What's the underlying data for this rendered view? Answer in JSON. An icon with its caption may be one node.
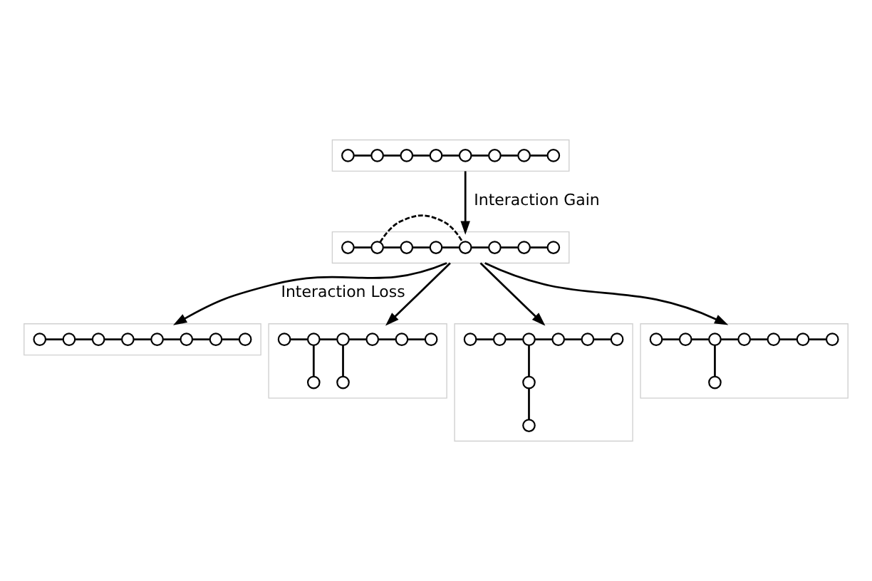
{
  "diagram": {
    "nodes": [
      {
        "text": [],
        "shape": "box"
      },
      {
        "text": [],
        "shape": "circle",
        "in": 0
      },
      {
        "text": [],
        "shape": "circle",
        "in": 0
      },
      {
        "text": [],
        "shape": "circle",
        "in": 0
      },
      {
        "text": [],
        "shape": "circle",
        "in": 0
      },
      {
        "text": [],
        "shape": "circle",
        "in": 0
      },
      {
        "text": [],
        "shape": "circle",
        "in": 0
      },
      {
        "text": [],
        "shape": "circle",
        "in": 0
      },
      {
        "text": [],
        "shape": "circle",
        "in": 0
      },
      {
        "text": [],
        "shape": "box"
      },
      {
        "text": [],
        "shape": "circle",
        "in": 9
      },
      {
        "text": [],
        "shape": "circle",
        "in": 9
      },
      {
        "text": [],
        "shape": "circle",
        "in": 9
      },
      {
        "text": [],
        "shape": "circle",
        "in": 9
      },
      {
        "text": [],
        "shape": "circle",
        "in": 9
      },
      {
        "text": [],
        "shape": "circle",
        "in": 9
      },
      {
        "text": [],
        "shape": "circle",
        "in": 9
      },
      {
        "text": [],
        "shape": "circle",
        "in": 9
      },
      {
        "text": [],
        "shape": "box"
      },
      {
        "text": [],
        "shape": "circle",
        "in": 18
      },
      {
        "text": [],
        "shape": "circle",
        "in": 18
      },
      {
        "text": [],
        "shape": "circle",
        "in": 18
      },
      {
        "text": [],
        "shape": "circle",
        "in": 18
      },
      {
        "text": [],
        "shape": "circle",
        "in": 18
      },
      {
        "text": [],
        "shape": "circle",
        "in": 18
      },
      {
        "text": [],
        "shape": "circle",
        "in": 18
      },
      {
        "text": [],
        "shape": "circle",
        "in": 18
      },
      {
        "text": [],
        "shape": "box"
      },
      {
        "text": [],
        "shape": "circle",
        "in": 27
      },
      {
        "text": [],
        "shape": "circle",
        "in": 27
      },
      {
        "text": [],
        "shape": "circle",
        "in": 27
      },
      {
        "text": [],
        "shape": "circle",
        "in": 27
      },
      {
        "text": [],
        "shape": "circle",
        "in": 27
      },
      {
        "text": [],
        "shape": "circle",
        "in": 27
      },
      {
        "text": [],
        "shape": "circle",
        "in": 27
      },
      {
        "text": [],
        "shape": "circle",
        "in": 27
      },
      {
        "text": [],
        "shape": "box"
      },
      {
        "text": [],
        "shape": "circle",
        "in": 36
      },
      {
        "text": [],
        "shape": "circle",
        "in": 36
      },
      {
        "text": [],
        "shape": "circle",
        "in": 36
      },
      {
        "text": [],
        "shape": "circle",
        "in": 36
      },
      {
        "text": [],
        "shape": "circle",
        "in": 36
      },
      {
        "text": [],
        "shape": "circle",
        "in": 36
      },
      {
        "text": [],
        "shape": "circle",
        "in": 36
      },
      {
        "text": [],
        "shape": "circle",
        "in": 36
      },
      {
        "text": [],
        "shape": "box"
      },
      {
        "text": [],
        "shape": "circle",
        "in": 45
      },
      {
        "text": [],
        "shape": "circle",
        "in": 45
      },
      {
        "text": [],
        "shape": "circle",
        "in": 45
      },
      {
        "text": [],
        "shape": "circle",
        "in": 45
      },
      {
        "text": [],
        "shape": "circle",
        "in": 45
      },
      {
        "text": [],
        "shape": "circle",
        "in": 45
      },
      {
        "text": [],
        "shape": "circle",
        "in": 45
      },
      {
        "text": [],
        "shape": "circle",
        "in": 45
      }
    ],
    "edges": [
      {
        "from": 1,
        "to": 2,
        "arrow": "none"
      },
      {
        "from": 2,
        "to": 3,
        "arrow": "none"
      },
      {
        "from": 3,
        "to": 4,
        "arrow": "none"
      },
      {
        "from": 4,
        "to": 5,
        "arrow": "none"
      },
      {
        "from": 5,
        "to": 6,
        "arrow": "none"
      },
      {
        "from": 6,
        "to": 7,
        "arrow": "none"
      },
      {
        "from": 7,
        "to": 8,
        "arrow": "none"
      },
      {
        "from": 0,
        "to": 9,
        "arrow": "to",
        "label": "Interaction Gain"
      },
      {
        "from": 10,
        "to": 11,
        "arrow": "none"
      },
      {
        "from": 11,
        "to": 12,
        "arrow": "none"
      },
      {
        "from": 12,
        "to": 13,
        "arrow": "none"
      },
      {
        "from": 13,
        "to": 14,
        "arrow": "none"
      },
      {
        "from": 14,
        "to": 15,
        "arrow": "none"
      },
      {
        "from": 15,
        "to": 16,
        "arrow": "none"
      },
      {
        "from": 16,
        "to": 17,
        "arrow": "none"
      },
      {
        "from": 11,
        "to": 14,
        "arrow": "none",
        "style": "dashed"
      },
      {
        "from": 9,
        "to": 18,
        "arrow": "to",
        "label": "Interaction Loss"
      },
      {
        "from": 9,
        "to": 27,
        "arrow": "to"
      },
      {
        "from": 9,
        "to": 36,
        "arrow": "to"
      },
      {
        "from": 9,
        "to": 45,
        "arrow": "to"
      },
      {
        "from": 19,
        "to": 20,
        "arrow": "none"
      },
      {
        "from": 20,
        "to": 21,
        "arrow": "none"
      },
      {
        "from": 21,
        "to": 22,
        "arrow": "none"
      },
      {
        "from": 22,
        "to": 23,
        "arrow": "none"
      },
      {
        "from": 23,
        "to": 24,
        "arrow": "none"
      },
      {
        "from": 24,
        "to": 25,
        "arrow": "none"
      },
      {
        "from": 25,
        "to": 26,
        "arrow": "none"
      },
      {
        "from": 28,
        "to": 29,
        "arrow": "none"
      },
      {
        "from": 29,
        "to": 30,
        "arrow": "none"
      },
      {
        "from": 30,
        "to": 31,
        "arrow": "none"
      },
      {
        "from": 31,
        "to": 32,
        "arrow": "none"
      },
      {
        "from": 32,
        "to": 33,
        "arrow": "none"
      },
      {
        "from": 29,
        "to": 34,
        "arrow": "none"
      },
      {
        "from": 30,
        "to": 35,
        "arrow": "none"
      },
      {
        "from": 37,
        "to": 38,
        "arrow": "none"
      },
      {
        "from": 38,
        "to": 39,
        "arrow": "none"
      },
      {
        "from": 39,
        "to": 40,
        "arrow": "none"
      },
      {
        "from": 40,
        "to": 41,
        "arrow": "none"
      },
      {
        "from": 41,
        "to": 42,
        "arrow": "none"
      },
      {
        "from": 39,
        "to": 44,
        "arrow": "none"
      },
      {
        "from": 44,
        "to": 43,
        "arrow": "none"
      },
      {
        "from": 46,
        "to": 47,
        "arrow": "none"
      },
      {
        "from": 47,
        "to": 48,
        "arrow": "none"
      },
      {
        "from": 48,
        "to": 49,
        "arrow": "none"
      },
      {
        "from": 49,
        "to": 50,
        "arrow": "none"
      },
      {
        "from": 50,
        "to": 51,
        "arrow": "none"
      },
      {
        "from": 51,
        "to": 52,
        "arrow": "none"
      },
      {
        "from": 48,
        "to": 53,
        "arrow": "none"
      }
    ]
  }
}
